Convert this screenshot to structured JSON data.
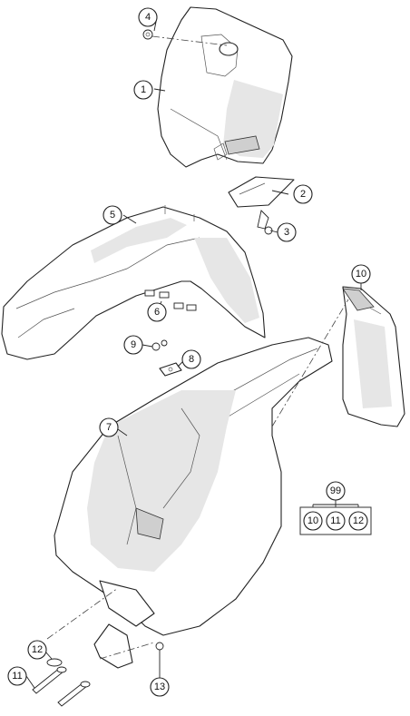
{
  "callouts": {
    "c1": "1",
    "c2": "2",
    "c3": "3",
    "c4": "4",
    "c5": "5",
    "c6": "6",
    "c7": "7",
    "c8": "8",
    "c9": "9",
    "c10": "10",
    "c11": "11",
    "c12": "12",
    "c13": "13"
  },
  "kit": {
    "number": "99",
    "items": [
      "10",
      "11",
      "12"
    ]
  }
}
